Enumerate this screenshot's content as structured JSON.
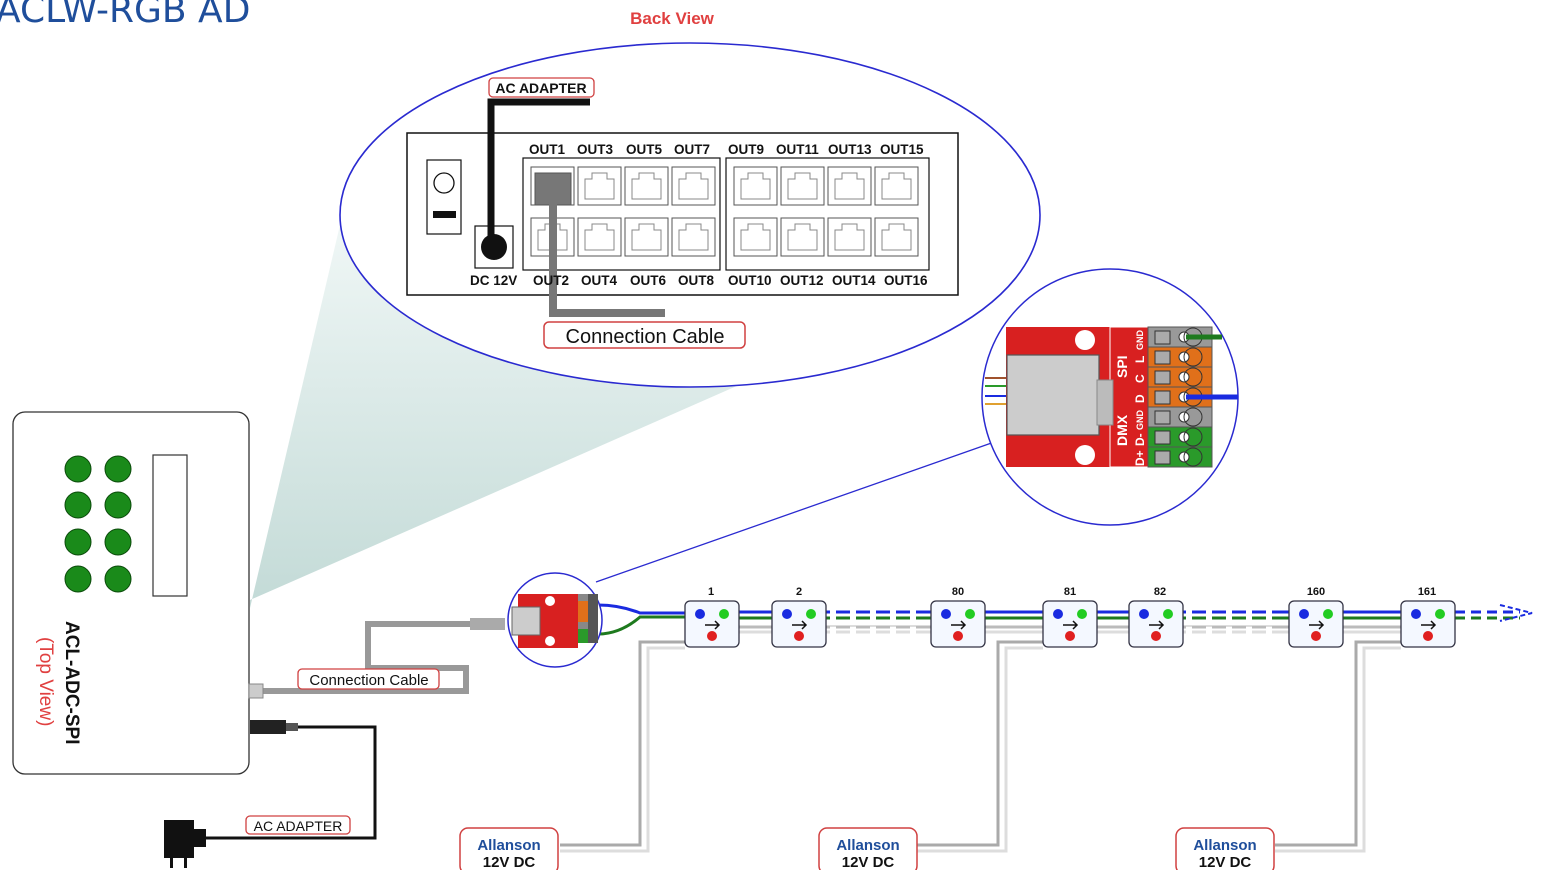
{
  "title": "ACLW-RGB AD",
  "back_view_label": "Back View",
  "back_panel": {
    "ac_adapter_label": "AC ADAPTER",
    "dc_label": "DC 12V",
    "top_ports": [
      "OUT1",
      "OUT3",
      "OUT5",
      "OUT7",
      "OUT9",
      "OUT11",
      "OUT13",
      "OUT15"
    ],
    "bottom_ports": [
      "OUT2",
      "OUT4",
      "OUT6",
      "OUT8",
      "OUT10",
      "OUT12",
      "OUT14",
      "OUT16"
    ],
    "connection_cable_label": "Connection Cable"
  },
  "controller": {
    "model": "ACL-ADC-SPI",
    "view": "(Top View)",
    "connection_cable_label": "Connection Cable",
    "ac_adapter_label": "AC ADAPTER"
  },
  "terminal": {
    "spi_label": "SPI",
    "dmx_label": "DMX",
    "pins": [
      "GND",
      "L",
      "C",
      "D",
      "GND",
      "D-",
      "D+"
    ]
  },
  "pixels": [
    "1",
    "2",
    "80",
    "81",
    "82",
    "160",
    "161"
  ],
  "power_supplies": [
    {
      "brand": "Allanson",
      "rating": "12V DC"
    },
    {
      "brand": "Allanson",
      "rating": "12V DC"
    },
    {
      "brand": "Allanson",
      "rating": "12V DC"
    }
  ],
  "colors": {
    "title": "#1f4e9b",
    "label_red": "#e04040",
    "ellipse_stroke": "#2a2ad0",
    "wire_blue": "#1a2be0",
    "wire_green": "#1e7a1e",
    "terminal_red": "#d82020",
    "terminal_orange": "#e0701a",
    "terminal_green": "#2a9a2a",
    "button_green": "#1a8a1a"
  }
}
